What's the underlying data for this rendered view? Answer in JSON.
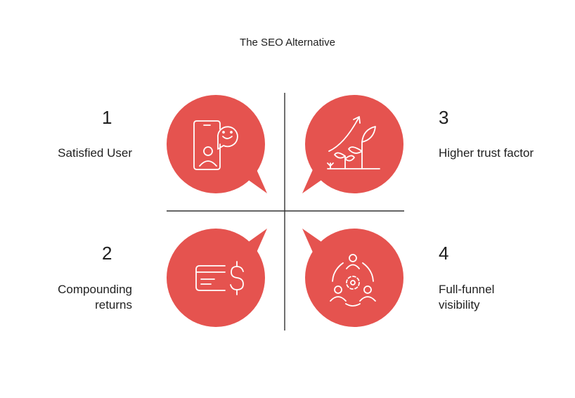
{
  "title": "The SEO Alternative",
  "colors": {
    "bubble": "#e5534f",
    "icon_stroke": "#ffffff",
    "divider": "#333333",
    "text": "#1f1f1f"
  },
  "items": [
    {
      "number": "1",
      "label": "Satisfied User",
      "icon": "user-phone-smiley-icon"
    },
    {
      "number": "2",
      "label": "Compounding\nreturns",
      "icon": "card-dollar-icon"
    },
    {
      "number": "3",
      "label": "Higher trust factor",
      "icon": "growth-plant-icon"
    },
    {
      "number": "4",
      "label": "Full-funnel\nvisibility",
      "icon": "team-network-icon"
    }
  ]
}
